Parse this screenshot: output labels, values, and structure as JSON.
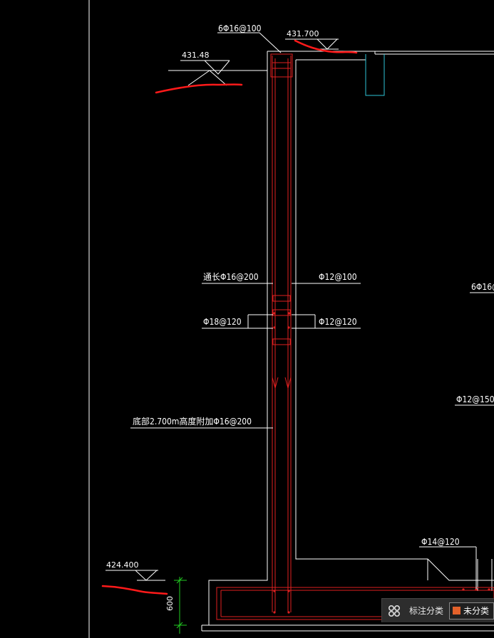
{
  "annotations": {
    "top_rebar": "6Φ16@100",
    "elev_top_right": "431.700",
    "elev_top_left": "431.48",
    "vert_rebar_left": "通长Φ16@200",
    "vert_rebar_right": "Φ12@100",
    "mid_rebar_left": "Φ18@120",
    "mid_rebar_right": "Φ12@120",
    "right_edge_top": "6Φ16@",
    "right_edge_mid": "Φ12@150",
    "bottom_additional": "底部2.700m高度附加Φ16@200",
    "bottom_right_rebar": "Φ14@120",
    "elev_bottom_left": "424.400",
    "dim_600": "600"
  },
  "toolbar": {
    "category_label": "标注分类",
    "category_value": "未分类",
    "swatch_color": "#e3612a"
  },
  "colors": {
    "structure": "#ffffff",
    "rebar": "#e02020",
    "cyan": "#2ec4d6",
    "dimension": "#22cc22",
    "markup": "#ff1a1a"
  }
}
